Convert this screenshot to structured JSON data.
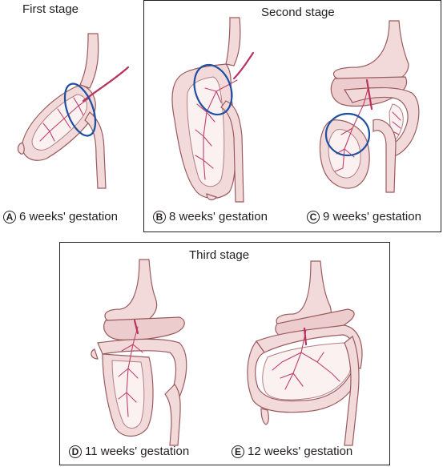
{
  "stages": {
    "first": "First stage",
    "second": "Second stage",
    "third": "Third stage"
  },
  "panels": [
    {
      "letter": "A",
      "caption": "6 weeks' gestation"
    },
    {
      "letter": "B",
      "caption": "8 weeks' gestation"
    },
    {
      "letter": "C",
      "caption": "9 weeks' gestation"
    },
    {
      "letter": "D",
      "caption": "11 weeks' gestation"
    },
    {
      "letter": "E",
      "caption": "12 weeks' gestation"
    }
  ],
  "colors": {
    "gut_fill": "#f3dada",
    "gut_outline": "#9a5b5e",
    "vessel": "#c0406a",
    "umbilical_ring": "#1f4fa0"
  }
}
